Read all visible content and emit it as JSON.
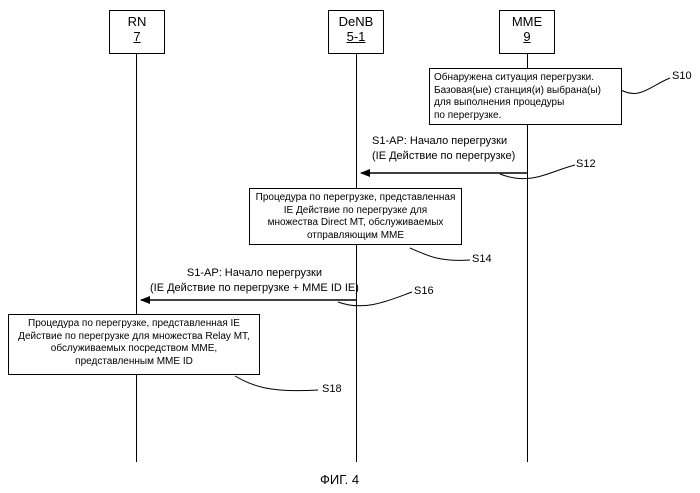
{
  "entities": [
    {
      "name": "RN",
      "number": "7"
    },
    {
      "name": "DeNB",
      "number": "5-1"
    },
    {
      "name": "MME",
      "number": "9"
    }
  ],
  "notes": {
    "s10": [
      "Обнаружена ситуация перегрузки.",
      "Базовая(ые) станция(и) выбрана(ы)",
      "для выполнения процедуры",
      "по перегрузке."
    ],
    "s14": [
      "Процедура по перегрузке, представленная",
      "IE Действие по перегрузке для",
      "множества Direct MT, обслуживаемых",
      "отправляющим MME"
    ],
    "s18": [
      "Процедура по перегрузке, представленная IE",
      "Действие по перегрузке для множества Relay MT,",
      "обслуживаемых посредством MME,",
      "представленным MME ID"
    ]
  },
  "messages": {
    "s12": [
      "S1-AP: Начало перегрузки",
      "(IE Действие по перегрузке)"
    ],
    "s16": [
      "S1-AP: Начало перегрузки",
      "(IE Действие по перегрузке + MME ID IE)"
    ]
  },
  "steps": {
    "s10": "S10",
    "s12": "S12",
    "s14": "S14",
    "s16": "S16",
    "s18": "S18"
  },
  "caption": "ФИГ. 4"
}
